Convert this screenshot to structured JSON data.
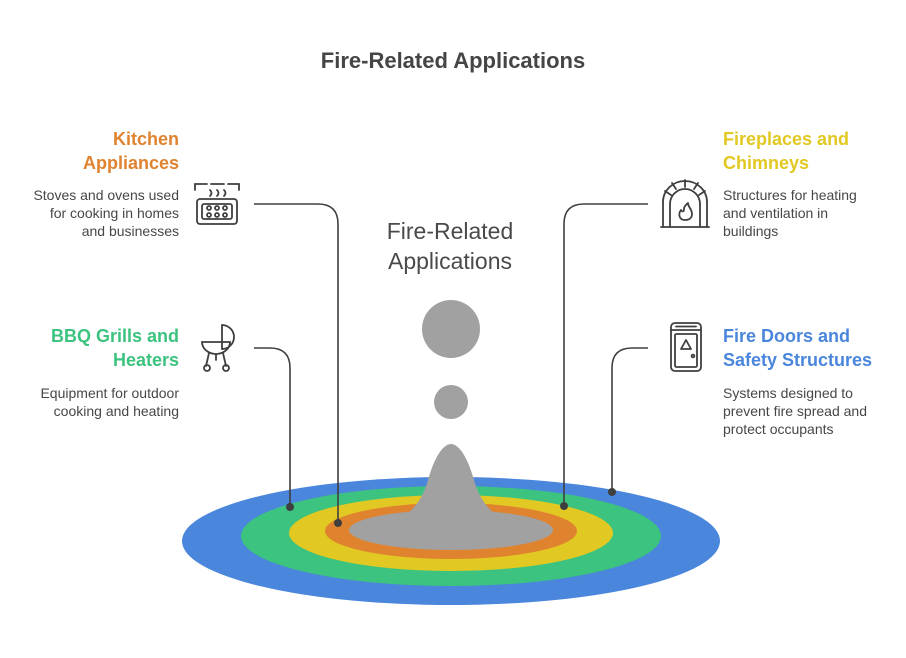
{
  "title": "Fire-Related Applications",
  "center_label": [
    "Fire-Related",
    "Applications"
  ],
  "colors": {
    "blue": "#4A86DC",
    "green": "#3CC37F",
    "yellow": "#E2C822",
    "orange": "#E0832F",
    "gray": "#A1A1A1",
    "line": "#3f3f3f"
  },
  "items": [
    {
      "id": "kitchen",
      "title_lines": [
        "Kitchen",
        "Appliances"
      ],
      "desc_lines": [
        "Stoves and ovens used",
        "for cooking in homes",
        "and businesses"
      ],
      "color": "#E0832F",
      "icon": "stove-icon"
    },
    {
      "id": "bbq",
      "title_lines": [
        "BBQ Grills and",
        "Heaters"
      ],
      "desc_lines": [
        "Equipment for outdoor",
        "cooking and heating"
      ],
      "color": "#3CC37F",
      "icon": "grill-icon"
    },
    {
      "id": "fireplace",
      "title_lines": [
        "Fireplaces and",
        "Chimneys"
      ],
      "desc_lines": [
        "Structures for heating",
        "and ventilation in",
        "buildings"
      ],
      "color": "#E2C822",
      "icon": "fireplace-icon"
    },
    {
      "id": "firedoor",
      "title_lines": [
        "Fire Doors and",
        "Safety Structures"
      ],
      "desc_lines": [
        "Systems designed to",
        "prevent fire spread and",
        "protect occupants"
      ],
      "color": "#4A86DC",
      "icon": "fire-door-icon"
    }
  ]
}
